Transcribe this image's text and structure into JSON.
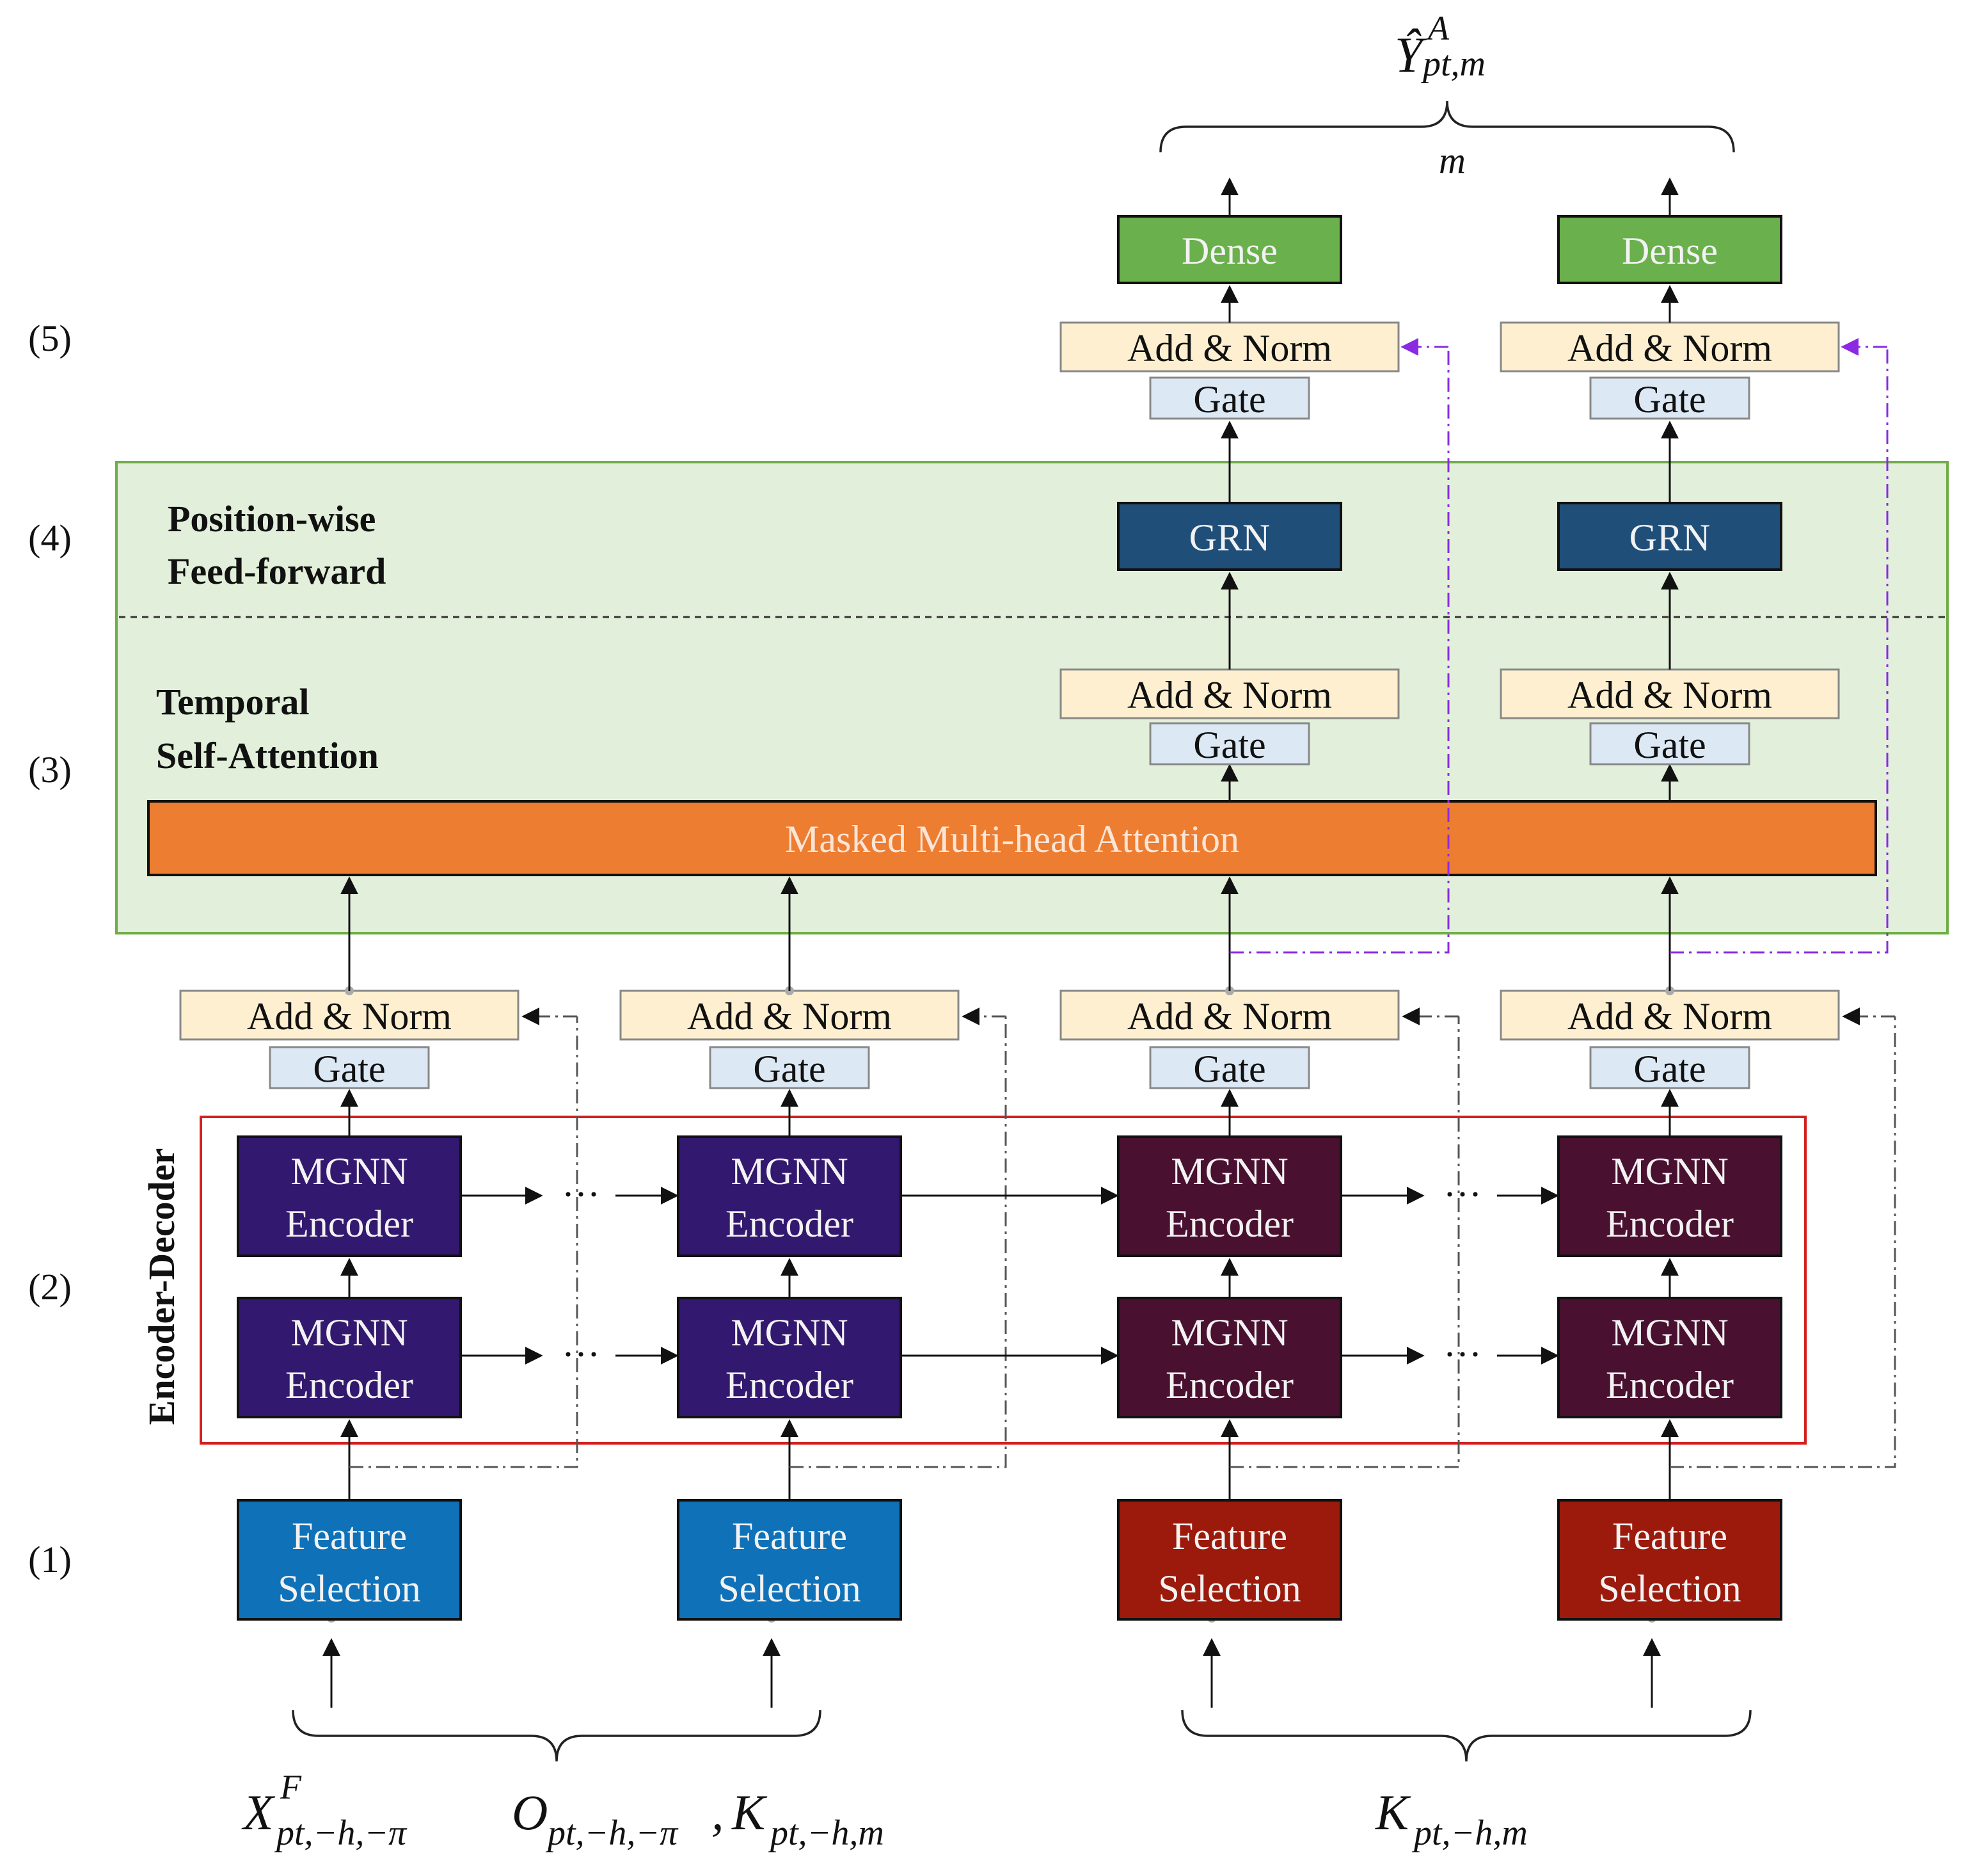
{
  "stages": {
    "s1": "(1)",
    "s2": "(2)",
    "s3": "(3)",
    "s4": "(4)",
    "s5": "(5)"
  },
  "sections": {
    "ffn_line1": "Position-wise",
    "ffn_line2": "Feed-forward",
    "tsa_line1": "Temporal",
    "tsa_line2": "Self-Attention",
    "encdec": "Encoder-Decoder"
  },
  "blocks": {
    "feature_line1": "Feature",
    "feature_line2": "Selection",
    "mgnn_line1": "MGNN",
    "mgnn_line2": "Encoder",
    "gate": "Gate",
    "addnorm": "Add & Norm",
    "attention": "Masked Multi-head Attention",
    "grn": "GRN",
    "dense": "Dense",
    "ellipsis": "···"
  },
  "math": {
    "output_main": "Ŷ",
    "output_sup": "A",
    "output_sub": "pt,m",
    "m_label": "m",
    "in_x_main": "X⃗",
    "in_x_sup": "F",
    "in_x_sub": "pt,−h,−π",
    "in_o_main": "O",
    "in_o_sub": "pt,−h,−π",
    "comma": ",",
    "in_k_main": "K",
    "in_k_sub": "pt,−h,m",
    "in_k2_main": "K",
    "in_k2_sub": "pt,−h,m"
  },
  "colors": {
    "feature_blue": "#0f72b9",
    "feature_red": "#9c1a0c",
    "mgnn_purple": "#33186f",
    "mgnn_maroon": "#4a1030",
    "attention_orange": "#ed7d31",
    "grn_navy": "#1f4e79",
    "dense_green": "#6ab04c",
    "addnorm_fill": "#fdefcf",
    "gate_fill": "#dce8f4",
    "panel_green": "#e2efda",
    "panel_border": "#70ad47",
    "encdec_border": "#d41f1f",
    "skip_purple": "#8a2be2"
  }
}
